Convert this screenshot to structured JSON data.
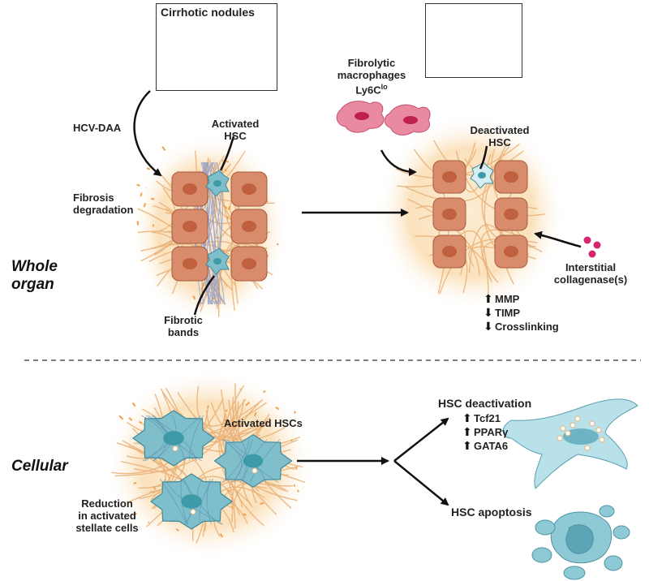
{
  "top_left_box": {
    "label": "Cirrhotic nodules"
  },
  "treatment": {
    "label": "HCV-DAA"
  },
  "fibrosis": {
    "label_line1": "Fibrosis",
    "label_line2": "degradation"
  },
  "activated_hsc": {
    "line1": "Activated",
    "line2": "HSC"
  },
  "fibrotic_bands": {
    "line1": "Fibrotic",
    "line2": "bands"
  },
  "macrophages": {
    "line1": "Fibrolytic",
    "line2": "macrophages",
    "line3_base": "Ly6C",
    "line3_sup": "lo"
  },
  "deactivated_hsc": {
    "line1": "Deactivated",
    "line2": "HSC"
  },
  "collagenase": {
    "line1": "Interstitial",
    "line2": "collagenase(s)"
  },
  "markers_top": [
    {
      "dir": "up",
      "label": "MMP"
    },
    {
      "dir": "down",
      "label": "TIMP"
    },
    {
      "dir": "down",
      "label": "Crosslinking"
    }
  ],
  "section_whole": {
    "line1": "Whole",
    "line2": "organ"
  },
  "section_cellular": {
    "label": "Cellular"
  },
  "activated_hscs": {
    "label": "Activated HSCs"
  },
  "reduction": {
    "line1": "Reduction",
    "line2": "in activated",
    "line3": "stellate cells"
  },
  "hsc_deactivation": {
    "title": "HSC deactivation",
    "items": [
      {
        "dir": "up",
        "label": "Tcf21"
      },
      {
        "dir": "up",
        "label": "PPARγ"
      },
      {
        "dir": "up",
        "label": "GATA6"
      }
    ]
  },
  "hsc_apoptosis": {
    "label": "HSC apoptosis"
  },
  "colors": {
    "liver": "#b5602f",
    "hepatocyte": "#d98c6c",
    "hepatocyte_nucleus": "#c0603f",
    "hsc": "#7fbfcc",
    "hsc_nucleus": "#3f9aa7",
    "fiber": "#e9b37a",
    "band": "#8f9cc8",
    "glow": "#fbe3bf",
    "macrophage": "#e98aa1",
    "collagenase": "#d6246f"
  },
  "icons": [
    "liver-icon",
    "hepatocyte-icon",
    "hsc-icon",
    "macrophage-icon",
    "arrow-up-icon",
    "arrow-down-icon"
  ]
}
